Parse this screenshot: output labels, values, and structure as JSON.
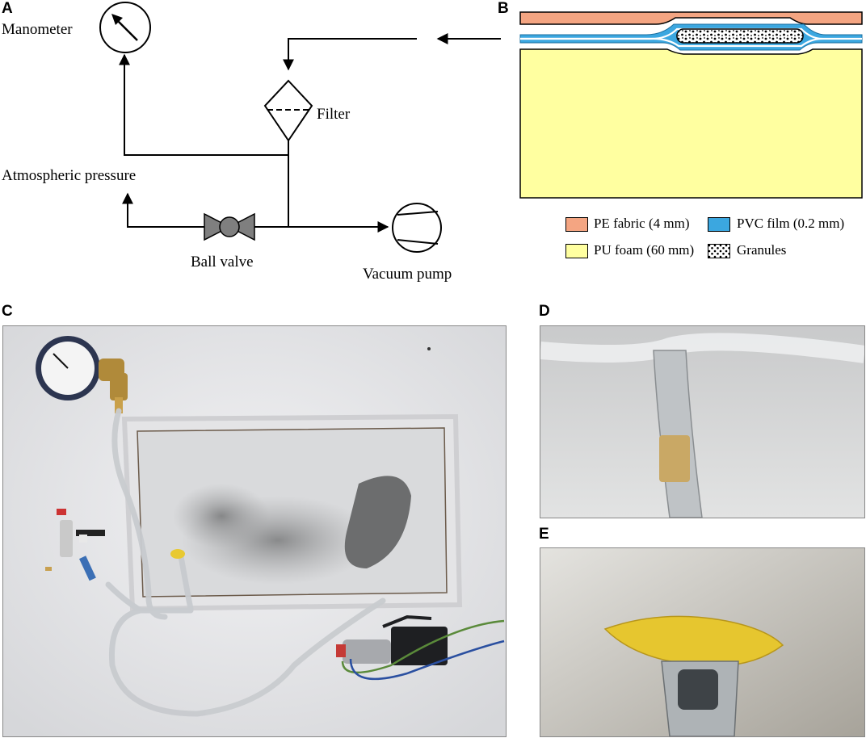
{
  "panels": {
    "a": "A",
    "b": "B",
    "c": "C",
    "d": "D",
    "e": "E"
  },
  "schematic": {
    "manometer": "Manometer",
    "filter": "Filter",
    "atmospheric": "Atmospheric pressure",
    "ball_valve": "Ball valve",
    "vacuum_pump": "Vacuum pump"
  },
  "legend": {
    "pe_fabric": "PE fabric (4 mm)",
    "pvc_film": "PVC film (0.2 mm)",
    "pu_foam": "PU foam (60 mm)",
    "granules": "Granules"
  },
  "colors": {
    "pe_fabric": "#F4A582",
    "pvc_film": "#3BA7E0",
    "pu_foam": "#FFFFA0",
    "granules_bg": "#ffffff"
  },
  "icons": {
    "manometer": "gauge-icon",
    "filter": "filter-icon",
    "valve": "ball-valve-icon",
    "pump": "vacuum-pump-icon"
  }
}
